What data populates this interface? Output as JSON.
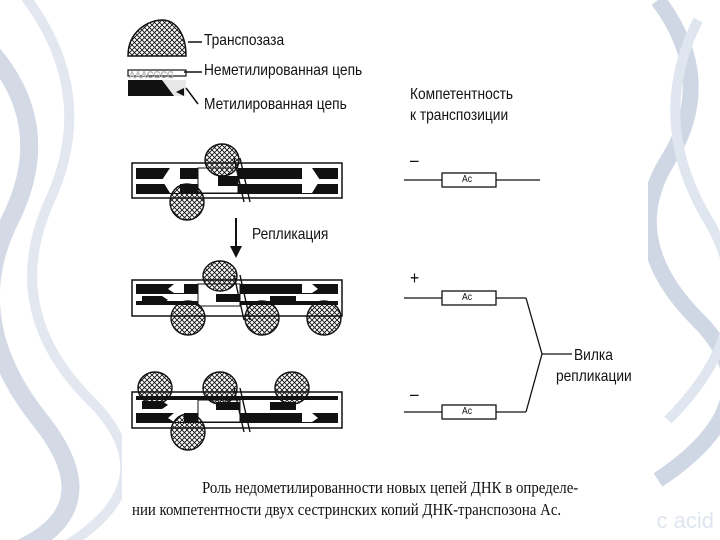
{
  "legend": {
    "transposase": "Транспозаза",
    "unmethylated_strand": "Неметилированная цепь",
    "methylated_strand": "Метилированная цепь",
    "site_sequence": "AAACGCG"
  },
  "competence": {
    "header_line1": "Компетентность",
    "header_line2": "к транспозиции",
    "signs": [
      "–",
      "+",
      "–"
    ],
    "element_label": "Ac"
  },
  "replication_label": "Репликация",
  "fork_label_line1": "Вилка",
  "fork_label_line2": "репликации",
  "caption_line1": "Роль недометилированности новых цепей ДНК в определе-",
  "caption_line2": "нии компетентности двух сестринских копий ДНК-транспозона Ac.",
  "watermark": "c acid",
  "colors": {
    "ink": "#111111",
    "background_decor": "#b8c3d6"
  }
}
